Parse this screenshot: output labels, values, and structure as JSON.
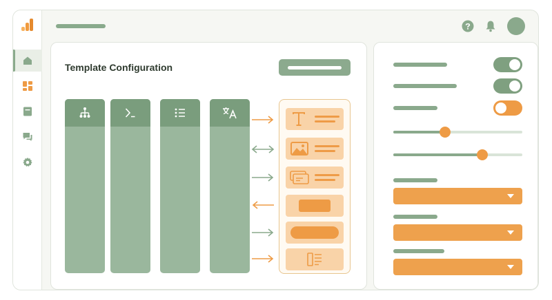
{
  "panel": {
    "title": "Template Configuration"
  },
  "columns": [
    {
      "icon": "hierarchy-icon"
    },
    {
      "icon": "sum-icon"
    },
    {
      "icon": "list-icon"
    },
    {
      "icon": "translate-icon"
    }
  ],
  "arrows": [
    "right",
    "both",
    "right",
    "left",
    "right",
    "right"
  ],
  "widgets": [
    "text-widget",
    "image-widget",
    "card-widget",
    "button-widget",
    "pill-widget",
    "layout-widget"
  ],
  "settings": {
    "toggles": [
      {
        "state": "on",
        "color": "#7fa080"
      },
      {
        "state": "on",
        "color": "#7fa080"
      },
      {
        "state": "off",
        "color": "#ee9b45"
      }
    ],
    "sliders": [
      {
        "value": 0.4
      },
      {
        "value": 0.69
      }
    ],
    "selects": 3
  },
  "colors": {
    "sage": "#8aa98c",
    "sage_dark": "#7a9d7d",
    "orange": "#ee9b45",
    "peach": "#f9d3a8"
  }
}
